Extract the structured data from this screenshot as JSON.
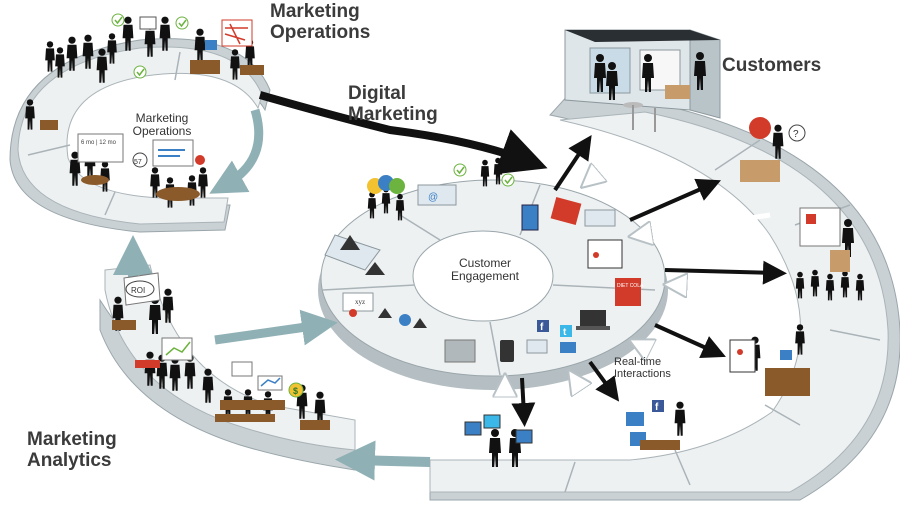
{
  "labels": {
    "marketing_operations_title": "Marketing Operations",
    "marketing_operations_inner": "Marketing Operations",
    "digital_marketing": "Digital Marketing",
    "customers": "Customers",
    "customer_engagement": "Customer Engagement",
    "marketing_analytics": "Marketing Analytics",
    "realtime_interactions": "Real-time Interactions",
    "roi_badge": "ROI",
    "board_text": "6 mo | 12 mo",
    "xyz_text": "xyz",
    "diet_cola_text": "DIET COLA",
    "dollar_sign": "$",
    "question_mark": "?",
    "bubble_57": "57",
    "facebook_letter": "f",
    "twitter_letter": "t",
    "at_sign": "@"
  },
  "colors": {
    "ring_fill": "#e8ecee",
    "ring_top": "#f4f6f7",
    "ring_edge": "#9aa6ab",
    "ring_side": "#c9d1d4",
    "arrow_teal": "#8fb0b5",
    "arrow_black": "#111111",
    "silhouette": "#111111",
    "accent_red": "#d23b2a",
    "accent_blue": "#3b7fc4",
    "accent_yellow": "#f2c230",
    "accent_green": "#6cb33f",
    "table_brown": "#8a5a2b"
  },
  "icons": [
    "check-icon",
    "question-icon",
    "dollar-icon",
    "roi-bubble-icon",
    "facebook-icon",
    "twitter-icon",
    "email-icon",
    "phone-icon",
    "laptop-icon",
    "balloon-icon",
    "chart-icon"
  ]
}
